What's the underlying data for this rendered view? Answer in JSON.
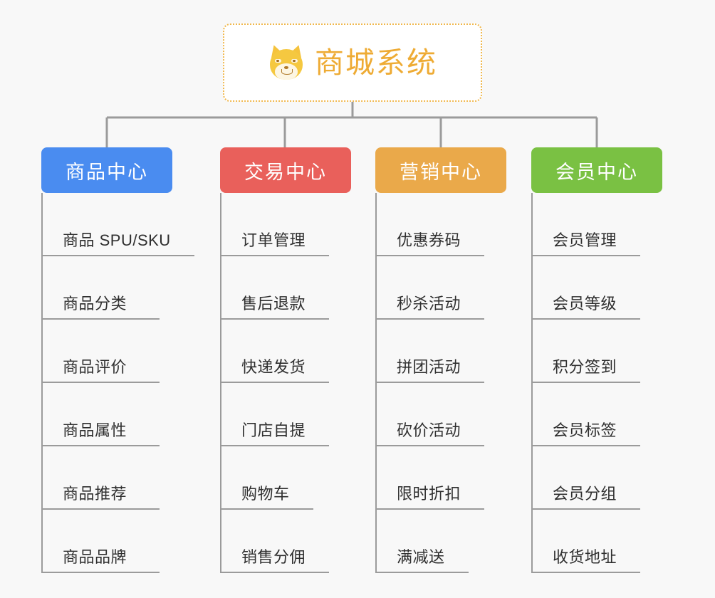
{
  "meta": {
    "background_color": "#f8f8f8",
    "connector_color": "#9b9b9b",
    "leaf_text_color": "#2f2f2f"
  },
  "root": {
    "title": "商城系统",
    "icon": "shiba-dog-emoji",
    "text_color": "#eeab34",
    "border_color": "#f0b84d",
    "background_color": "#ffffff"
  },
  "branches": [
    {
      "label": "商品中心",
      "color": "#4a8cf0",
      "leaves": [
        "商品 SPU/SKU",
        "商品分类",
        "商品评价",
        "商品属性",
        "商品推荐",
        "商品品牌"
      ]
    },
    {
      "label": "交易中心",
      "color": "#e9605b",
      "leaves": [
        "订单管理",
        "售后退款",
        "快递发货",
        "门店自提",
        "购物车",
        "销售分佣"
      ]
    },
    {
      "label": "营销中心",
      "color": "#eaa94a",
      "leaves": [
        "优惠券码",
        "秒杀活动",
        "拼团活动",
        "砍价活动",
        "限时折扣",
        "满减送"
      ]
    },
    {
      "label": "会员中心",
      "color": "#7ac143",
      "leaves": [
        "会员管理",
        "会员等级",
        "积分签到",
        "会员标签",
        "会员分组",
        "收货地址"
      ]
    }
  ]
}
